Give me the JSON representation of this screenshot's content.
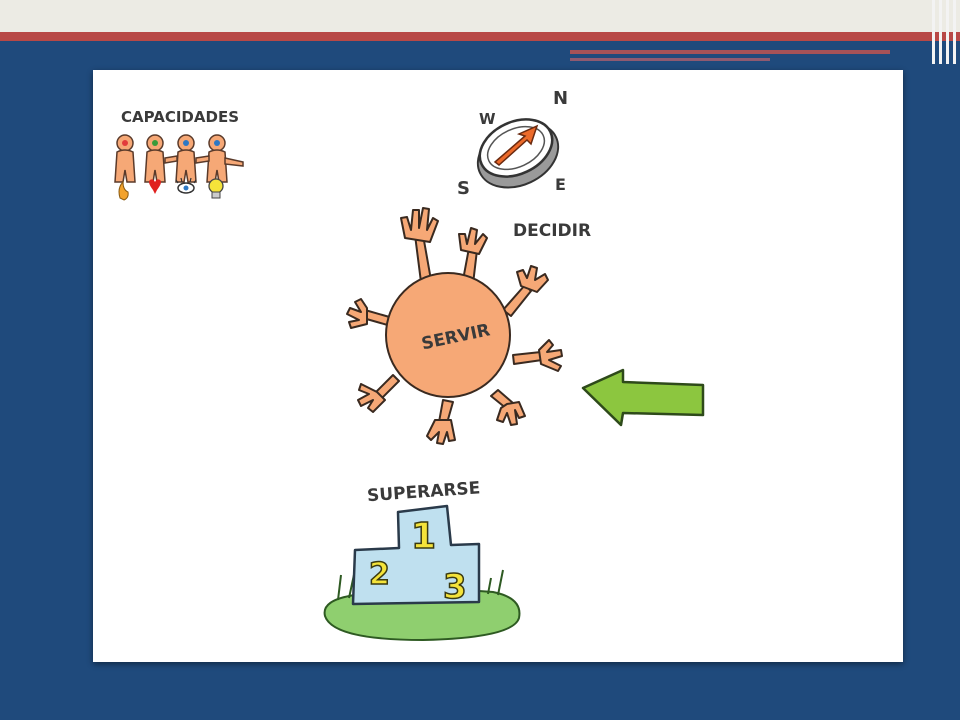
{
  "illustration": {
    "capacidades": "CAPACIDADES",
    "compass_n": "N",
    "compass_w": "W",
    "compass_s": "S",
    "compass_e": "E",
    "decidir": "DECIDIR",
    "servir": "SERVIR",
    "superarse": "SUPERARSE",
    "podium_1": "1",
    "podium_2": "2",
    "podium_3": "3"
  },
  "colors": {
    "background": "#1f4a7c",
    "accent_red": "#b84846",
    "sun_fill": "#f6a876",
    "arrow_green": "#8cc63f",
    "podium_blue": "#bfe0ef",
    "number_yellow": "#f4e33a",
    "grass": "#8fcf6f"
  }
}
